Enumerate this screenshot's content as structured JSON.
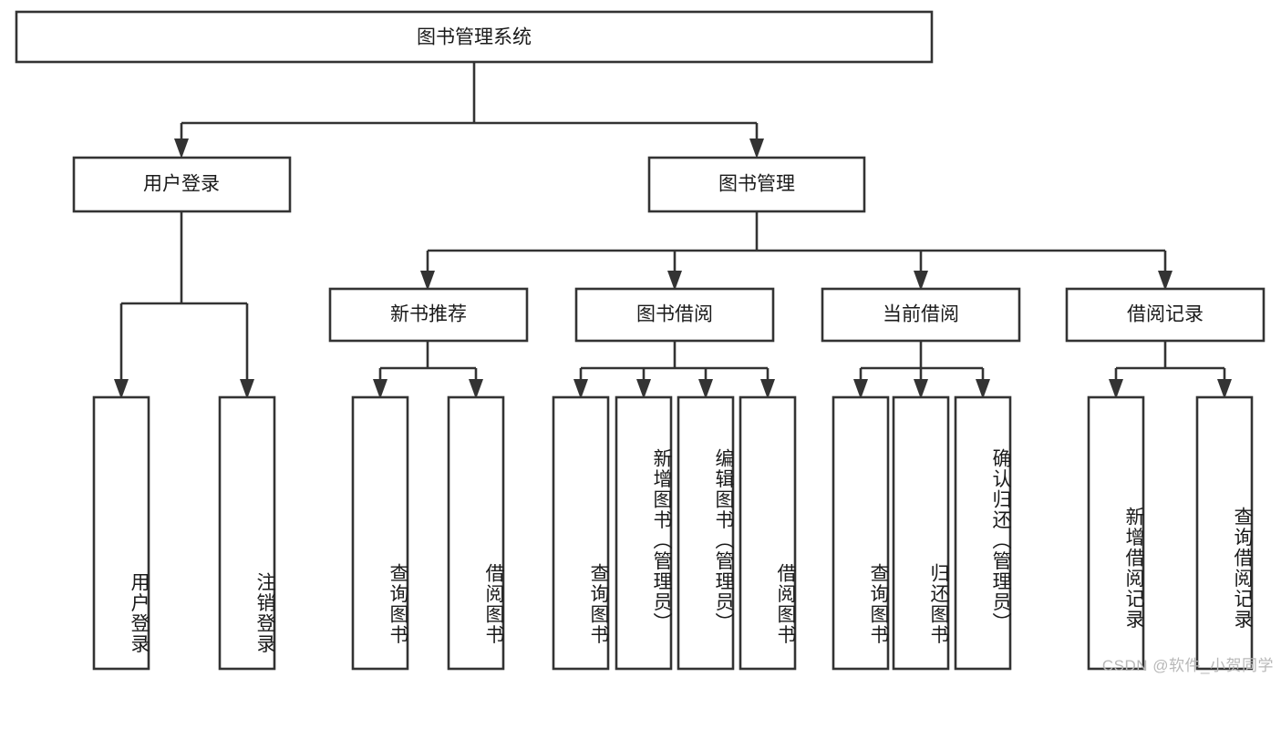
{
  "diagram": {
    "title": "图书管理系统",
    "type": "hierarchy-tree",
    "watermark": "CSDN @软件_小贺同学",
    "colors": {
      "stroke": "#333333",
      "fill": "#ffffff",
      "text": "#1a1a1a",
      "watermark": "#b8b8b8"
    },
    "levels": {
      "root": {
        "label": "图书管理系统"
      },
      "level2": [
        {
          "label": "用户登录"
        },
        {
          "label": "图书管理"
        }
      ],
      "level3": [
        {
          "label": "新书推荐"
        },
        {
          "label": "图书借阅"
        },
        {
          "label": "当前借阅"
        },
        {
          "label": "借阅记录"
        }
      ],
      "leaves_user_login": [
        {
          "label": "用户登录"
        },
        {
          "label": "注销登录"
        }
      ],
      "leaves_new_books": [
        {
          "label": "查询图书"
        },
        {
          "label": "借阅图书"
        }
      ],
      "leaves_borrow": [
        {
          "label": "查询图书"
        },
        {
          "label": "新增图书（管理员）"
        },
        {
          "label": "编辑图书（管理员）"
        },
        {
          "label": "借阅图书"
        }
      ],
      "leaves_current": [
        {
          "label": "查询图书"
        },
        {
          "label": "归还图书"
        },
        {
          "label": "确认归还（管理员）"
        }
      ],
      "leaves_records": [
        {
          "label": "新增借阅记录"
        },
        {
          "label": "查询借阅记录"
        }
      ]
    }
  }
}
